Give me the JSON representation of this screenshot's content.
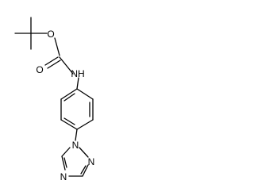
{
  "molecule": {
    "atoms": {
      "ester_oxygen": "O",
      "carbonyl_oxygen": "O",
      "amide_nitrogen": "NH",
      "triazole_n1": "N",
      "triazole_n2": "N",
      "triazole_n4": "N"
    }
  }
}
